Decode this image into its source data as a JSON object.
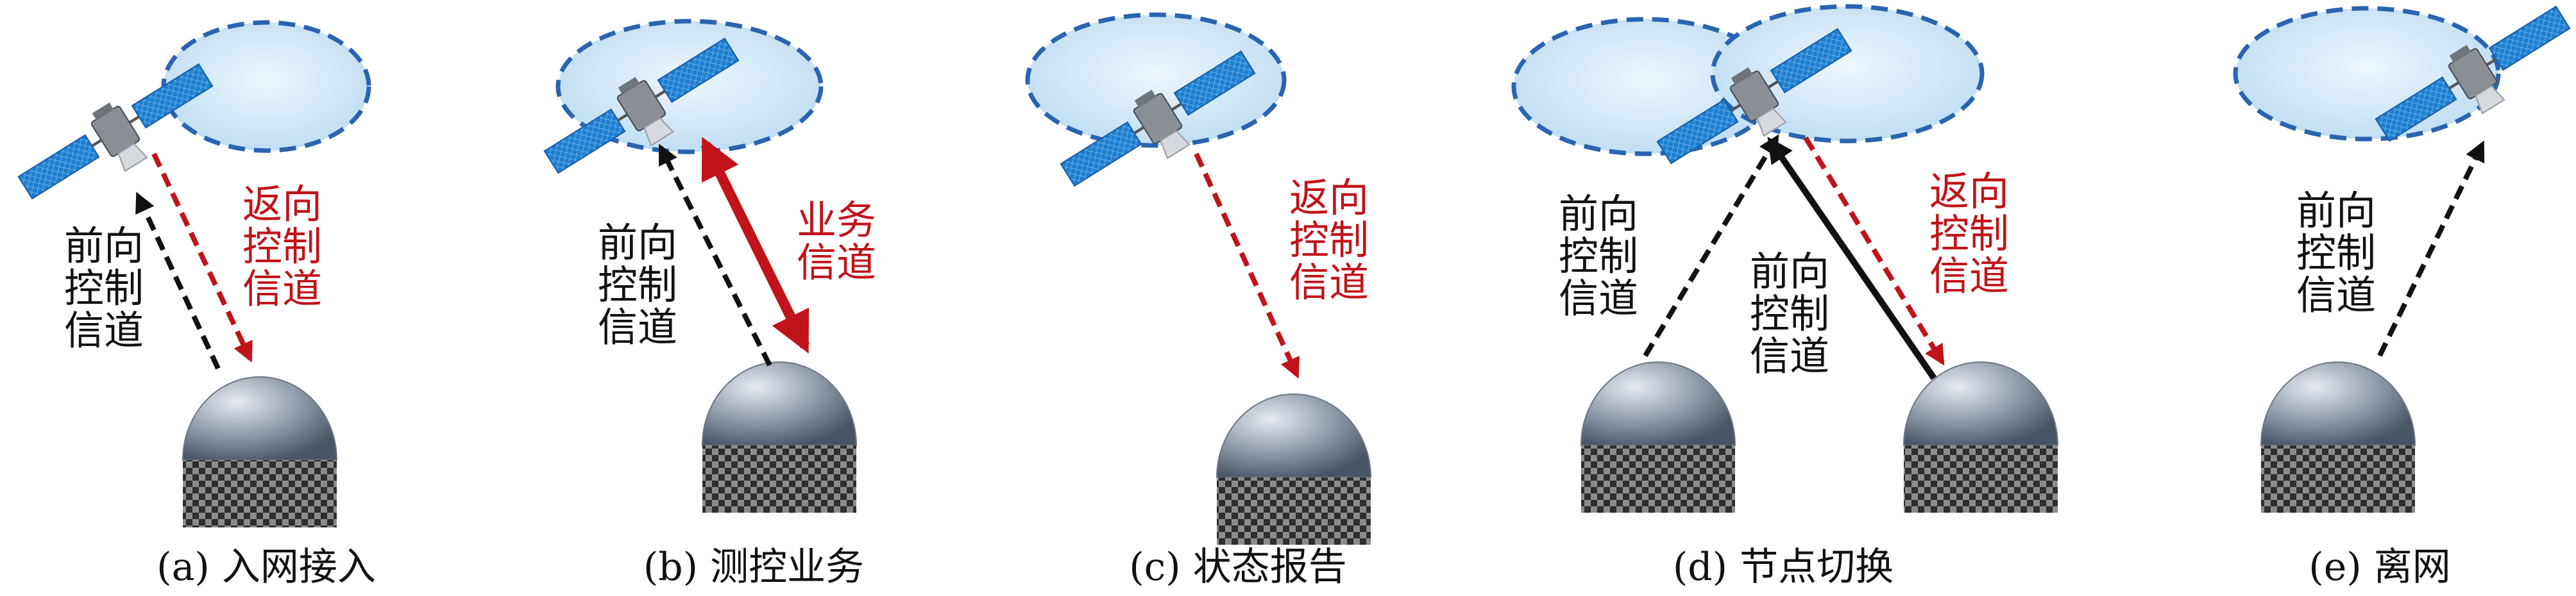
{
  "colors": {
    "forward": "#111111",
    "return": "#c0141a",
    "service": "#c0141a",
    "coverage_fill": "#bcdcf2",
    "coverage_stroke": "#2a64b0",
    "panel": "#1f7fd0",
    "station": "#8f9aa8"
  },
  "icons": {
    "satellite": "satellite-icon",
    "ground_station": "ground-station-icon"
  },
  "panels": [
    {
      "caption": "(a) 入网接入",
      "labels": [
        {
          "lines": [
            "前向",
            "控制",
            "信道"
          ],
          "color": "forward"
        },
        {
          "lines": [
            "返向",
            "控制",
            "信道"
          ],
          "color": "return"
        }
      ]
    },
    {
      "caption": "(b) 测控业务",
      "labels": [
        {
          "lines": [
            "前向",
            "控制",
            "信道"
          ],
          "color": "forward"
        },
        {
          "lines": [
            "业务",
            "信道"
          ],
          "color": "service"
        }
      ]
    },
    {
      "caption": "(c) 状态报告",
      "labels": [
        {
          "lines": [
            "返向",
            "控制",
            "信道"
          ],
          "color": "return"
        }
      ]
    },
    {
      "caption": "(d) 节点切换",
      "labels": [
        {
          "lines": [
            "前向",
            "控制",
            "信道"
          ],
          "color": "forward"
        },
        {
          "lines": [
            "前向",
            "控制",
            "信道"
          ],
          "color": "forward"
        },
        {
          "lines": [
            "返向",
            "控制",
            "信道"
          ],
          "color": "return"
        }
      ]
    },
    {
      "caption": "(e) 离网",
      "labels": [
        {
          "lines": [
            "前向",
            "控制",
            "信道"
          ],
          "color": "forward"
        }
      ]
    }
  ]
}
